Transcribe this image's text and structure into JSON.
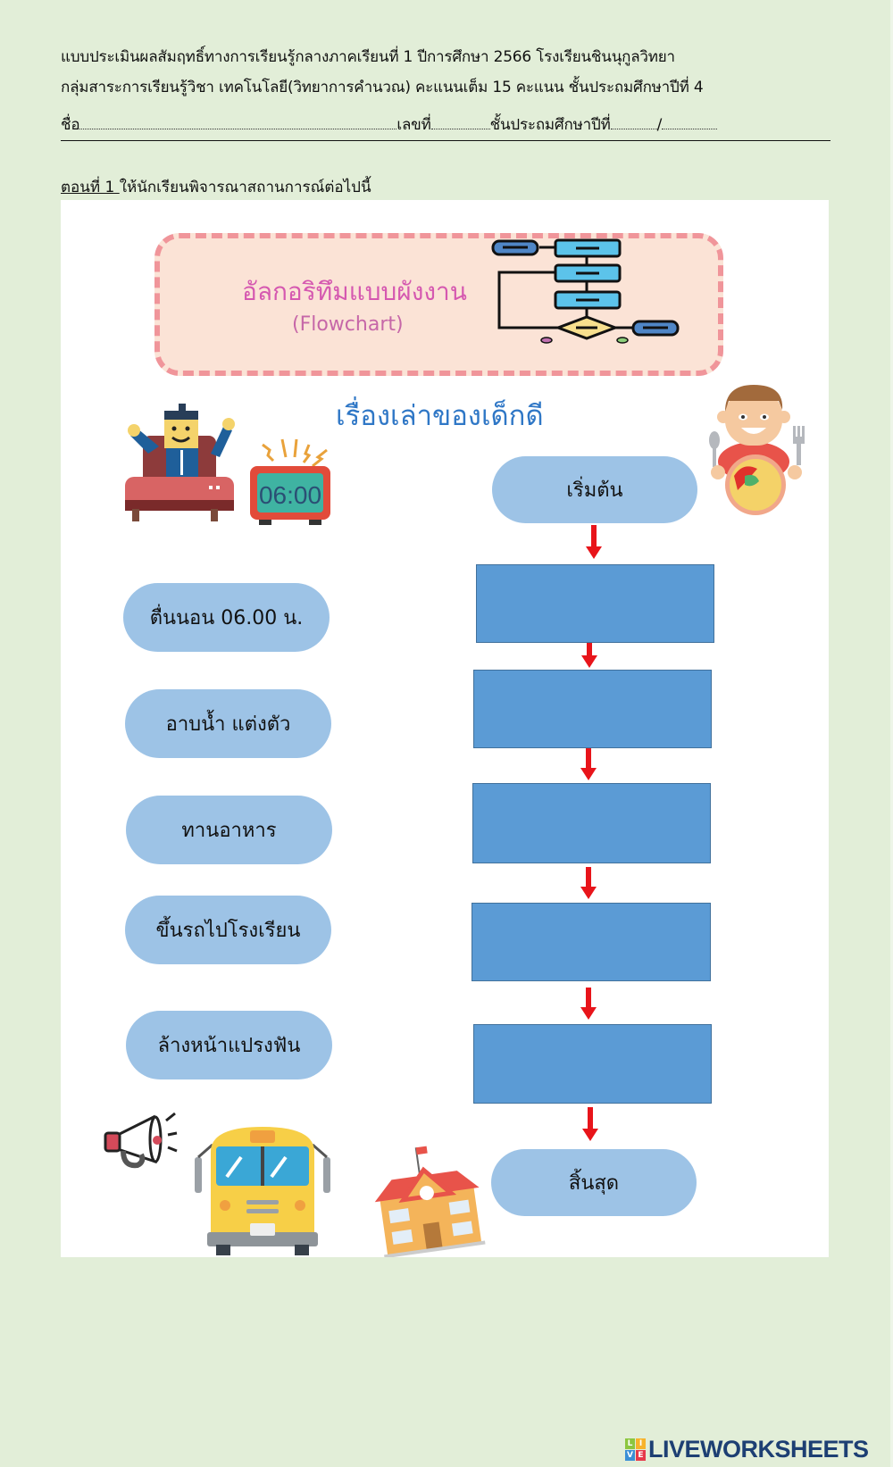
{
  "header": {
    "line1": "แบบประเมินผลสัมฤทธิ์ทางการเรียนรู้กลางภาคเรียนที่ 1   ปีการศึกษา 2566   โรงเรียนชินนุกูลวิทยา",
    "line2": "กลุ่มสาระการเรียนรู้วิชา เทคโนโลยี(วิทยาการคำนวณ)  คะแนนเต็ม 15 คะแนน ชั้นประถมศึกษาปีที่ 4",
    "name_label": "ชื่อ",
    "number_label": "เลขที่",
    "class_label": "ชั้นประถมศึกษาปีที่",
    "class_separator": "/"
  },
  "section": {
    "part_label": "ตอนที่ 1 ",
    "instruction": "ให้นักเรียนพิจารณาสถานการณ์ต่อไปนี้"
  },
  "banner": {
    "title_th": "อัลกอริทึมแบบผังงาน",
    "title_en": "(Flowchart)",
    "icon": "flowchart-icon"
  },
  "story_title": "เรื่องเล่าของเด็กดี",
  "options": [
    {
      "label": "ตื่นนอน 06.00 น."
    },
    {
      "label": "อาบน้ำ แต่งตัว"
    },
    {
      "label": "ทานอาหาร"
    },
    {
      "label": "ขึ้นรถไปโรงเรียน"
    },
    {
      "label": "ล้างหน้าแปรงฟัน"
    }
  ],
  "flowchart": {
    "start_label": "เริ่มต้น",
    "end_label": "สิ้นสุด",
    "blank_slots": 5
  },
  "illustrations": {
    "clock_display": "06:00",
    "items": [
      "man-waking-in-bed-icon",
      "alarm-clock-icon",
      "boy-eating-icon",
      "megaphone-icon",
      "school-bus-icon",
      "school-building-icon"
    ]
  },
  "colors": {
    "page_bg": "#e2eed8",
    "pill": "#9dc3e6",
    "box": "#5b9bd5",
    "arrow": "#e8141a",
    "banner_bg": "#fbe3d6",
    "banner_border": "#f0959a",
    "banner_text": "#d558b0",
    "story_title": "#2f77c6"
  },
  "footer": {
    "logo_tiles": [
      "L",
      "I",
      "V",
      "E"
    ],
    "logo_text": "LIVEWORKSHEETS"
  }
}
